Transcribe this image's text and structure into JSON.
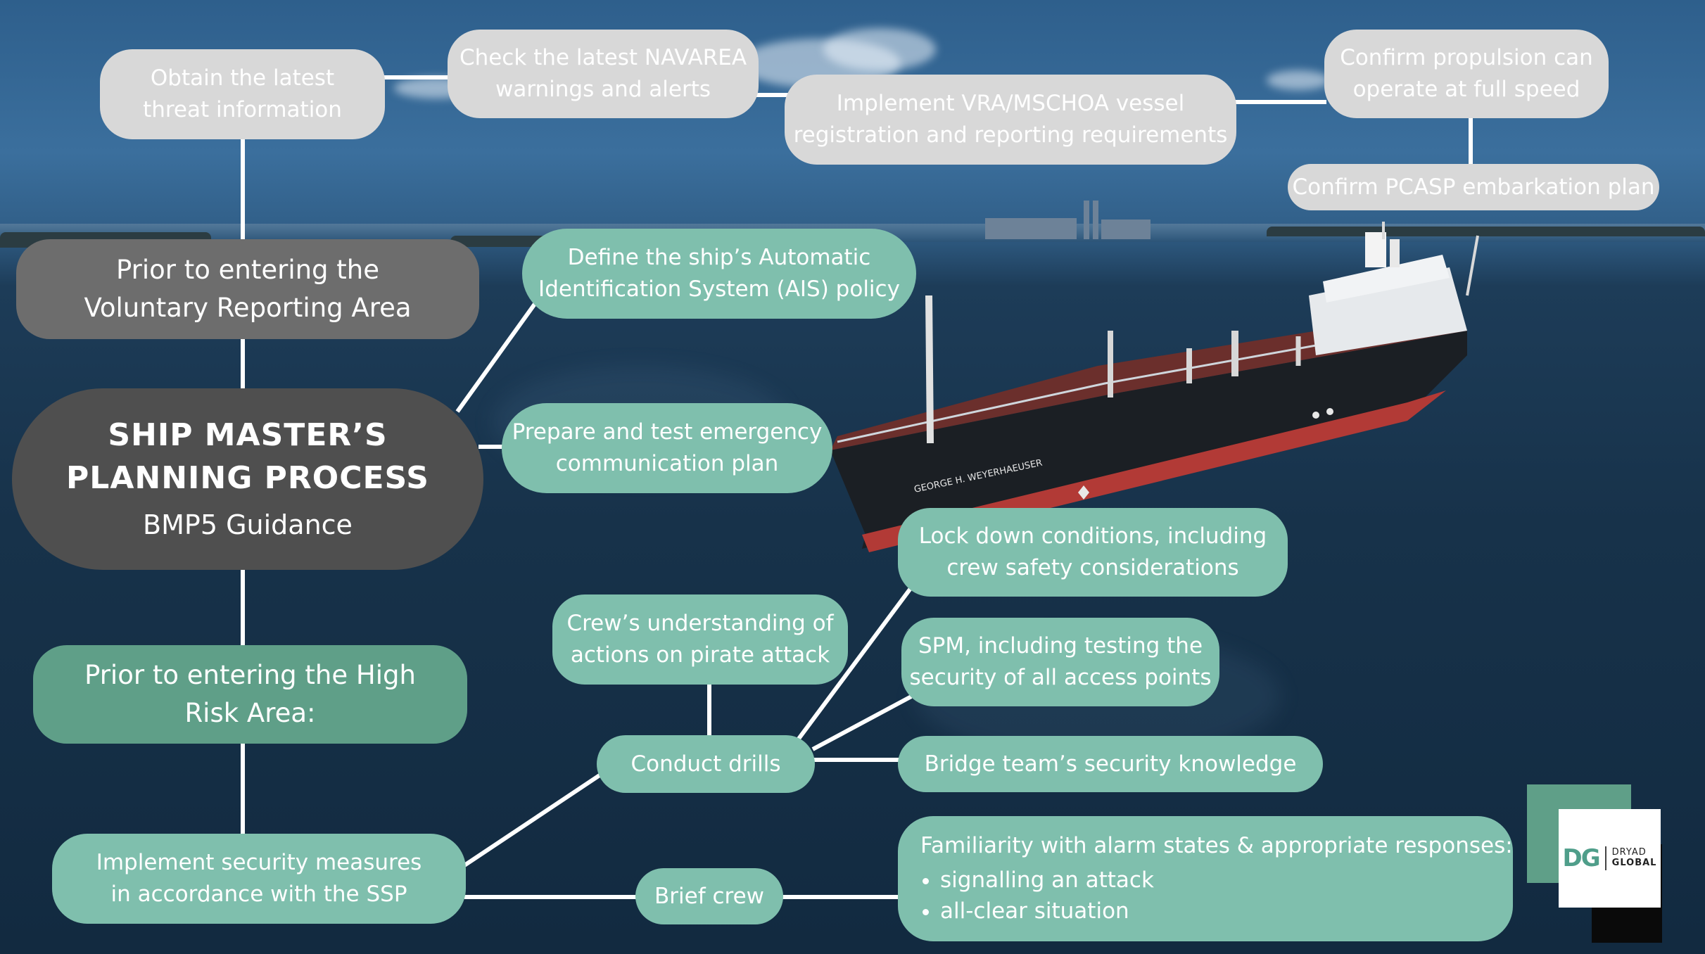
{
  "center": {
    "title_line1": "SHIP MASTER’S",
    "title_line2": "PLANNING PROCESS",
    "subtitle": "BMP5 Guidance"
  },
  "phases": {
    "vra_line1": "Prior to entering the",
    "vra_line2": "Voluntary Reporting Area",
    "hra_line1": "Prior to entering the High",
    "hra_line2": "Risk Area:"
  },
  "vra_steps": {
    "threat_line1": "Obtain the latest",
    "threat_line2": "threat information",
    "navarea_line1": "Check the latest NAVAREA",
    "navarea_line2": "warnings and alerts",
    "vra_reg_line1": "Implement VRA/MSCHOA vessel",
    "vra_reg_line2": "registration and reporting requirements",
    "propulsion_line1": "Confirm propulsion can",
    "propulsion_line2": "operate at full speed",
    "pcasp": "Confirm PCASP embarkation plan"
  },
  "center_steps": {
    "ais_line1": "Define the ship’s Automatic",
    "ais_line2": "Identification System (AIS) policy",
    "comms_line1": "Prepare and test  emergency",
    "comms_line2": "communication plan"
  },
  "hra_steps": {
    "security_line1": "Implement security measures",
    "security_line2": "in accordance with the SSP",
    "drills": "Conduct drills",
    "brief": "Brief crew",
    "crew_line1": "Crew’s understanding of",
    "crew_line2": "actions on pirate attack",
    "lockdown_line1": "Lock down conditions, including",
    "lockdown_line2": "crew safety considerations",
    "spm_line1": "SPM, including testing the",
    "spm_line2": "security of all access points",
    "bridge": "Bridge team’s security knowledge",
    "alarm_title": "Familiarity with alarm states & appropriate responses:",
    "alarm_items": [
      "signalling an attack",
      "all-clear situation"
    ]
  },
  "ship": {
    "name": "GEORGE H. WEYERHAEUSER"
  },
  "logo": {
    "mark": "DG",
    "line1": "DRYAD",
    "line2": "GLOBAL"
  },
  "colors": {
    "grey_node": "#d8d8d8",
    "teal_node": "#7fbfad",
    "teal_dark": "#5f9f88",
    "center": "#4f4f4f",
    "vra_phase": "#6d6d6d",
    "connector": "#ffffff"
  }
}
